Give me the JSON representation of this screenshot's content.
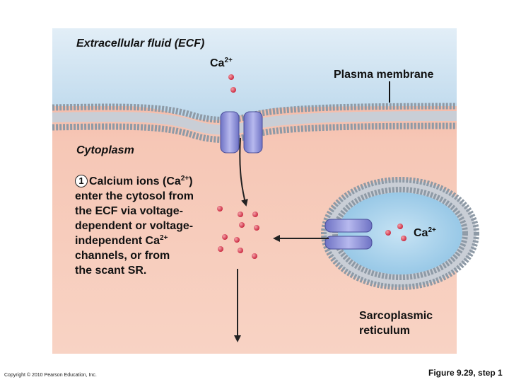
{
  "labels": {
    "ecf": "Extracellular fluid (ECF)",
    "ca_top": "Ca",
    "ca_top_charge": "2+",
    "plasma_membrane": "Plasma membrane",
    "cytoplasm": "Cytoplasm",
    "ca_sr": "Ca",
    "ca_sr_charge": "2+",
    "sr_line1": "Sarcoplasmic",
    "sr_line2": "reticulum"
  },
  "step": {
    "number": "1",
    "line1_a": "Calcium ions (Ca",
    "line1_sup": "2+",
    "line1_b": ")",
    "line2": "enter the cytosol from",
    "line3": "the ECF via voltage-",
    "line4": "dependent or voltage-",
    "line5_a": "independent Ca",
    "line5_sup": "2+",
    "line6": "channels, or from",
    "line7": "the scant SR."
  },
  "footer": {
    "copyright": "Copyright © 2010 Pearson Education, Inc.",
    "caption": "Figure 9.29, step 1"
  },
  "colors": {
    "ecf_top": "#cfe4f2",
    "cytoplasm": "#f3b9a5",
    "membrane_head": "#8e9aa6",
    "channel": "#8b8fd6",
    "sr_lumen": "#a9d3ec",
    "ion": "#d6344a"
  }
}
